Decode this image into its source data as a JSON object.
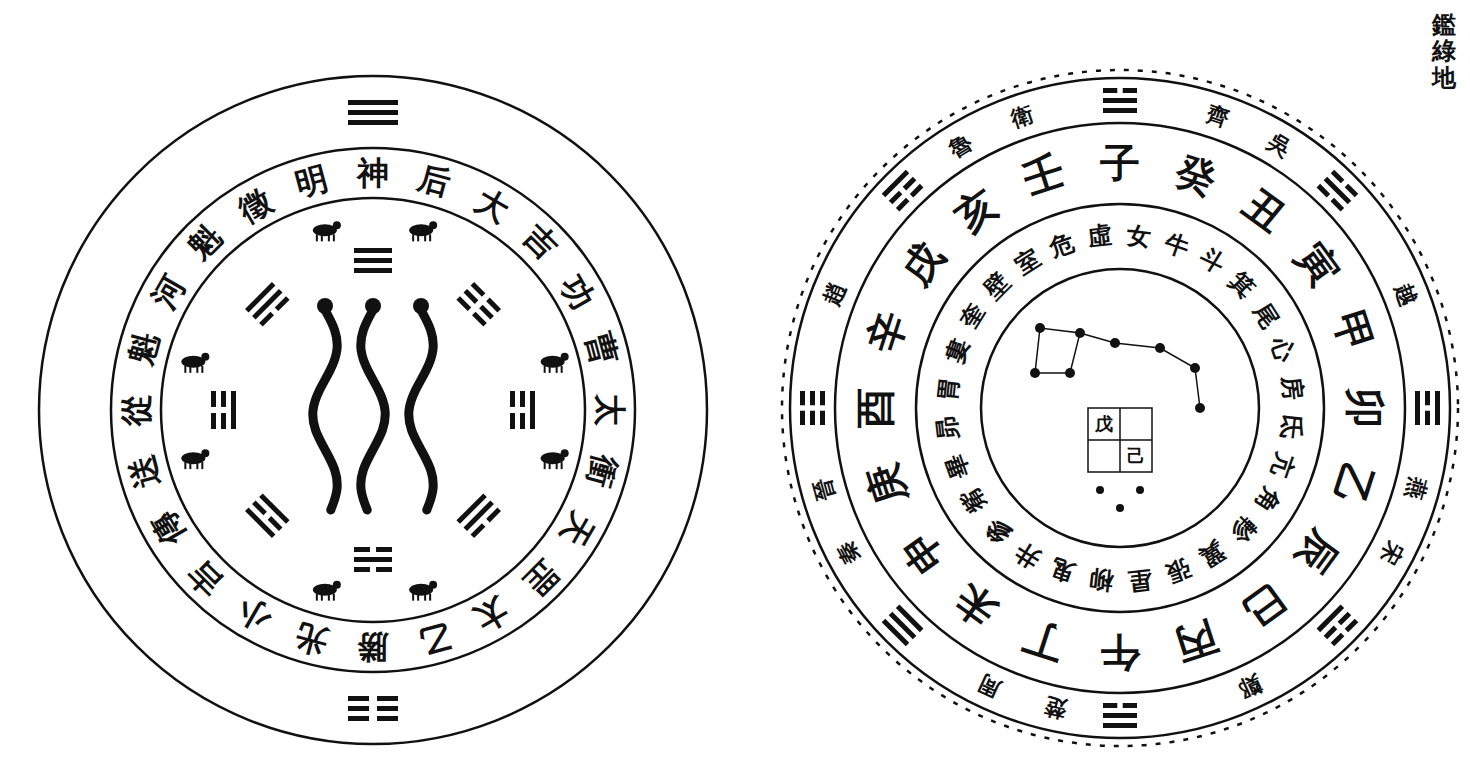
{
  "diagram": {
    "nodes": [
      {
        "text": [
          "神后大吉功曹太衝天罡太乙勝光小吉傳送從魁河魁徵明"
        ]
      },
      {
        "text": [
          "齊吳越燕宋鄭楚周秦晉趙魯衛",
          "子癸丑寅甲卯乙辰巳丙午丁未申庚酉辛戌亥壬"
        ]
      },
      {
        "text": [
          "角亢氐房心尾箕斗牛女虛危室壁奎婁胃昴畢觜參井鬼柳星張翼軫"
        ],
        "in": 1
      },
      {
        "text": [
          "戊",
          "己"
        ],
        "in": 2
      }
    ],
    "labels": [
      "鑑綠地"
    ]
  }
}
